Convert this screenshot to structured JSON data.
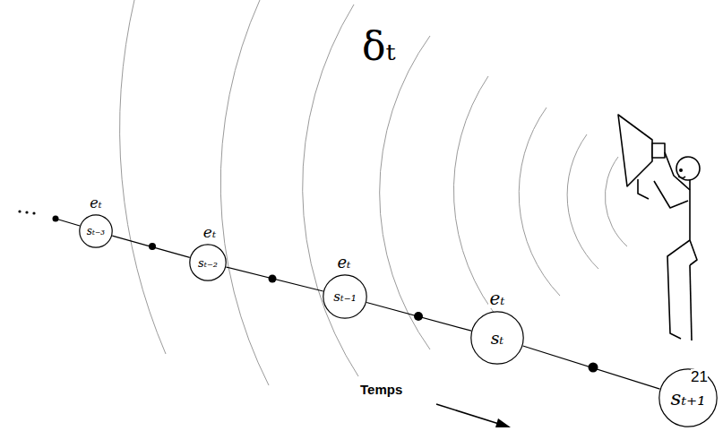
{
  "diagram": {
    "nodes": [
      {
        "text": [
          "eₜ",
          "sₜ₋₃"
        ]
      },
      {
        "text": [
          "eₜ",
          "sₜ₋₂"
        ]
      },
      {
        "text": [
          "eₜ",
          "sₜ₋₁"
        ]
      },
      {
        "text": [
          "eₜ",
          "sₜ"
        ]
      },
      {
        "text": [
          "sₜ₊₁"
        ]
      }
    ],
    "edges": [
      {
        "from": 0,
        "to": 1,
        "arrow": "none"
      },
      {
        "from": 1,
        "to": 2,
        "arrow": "none"
      },
      {
        "from": 2,
        "to": 3,
        "arrow": "none"
      },
      {
        "from": 3,
        "to": 4,
        "arrow": "none"
      }
    ],
    "labels": [
      "δₜ",
      "Temps",
      "21"
    ]
  }
}
